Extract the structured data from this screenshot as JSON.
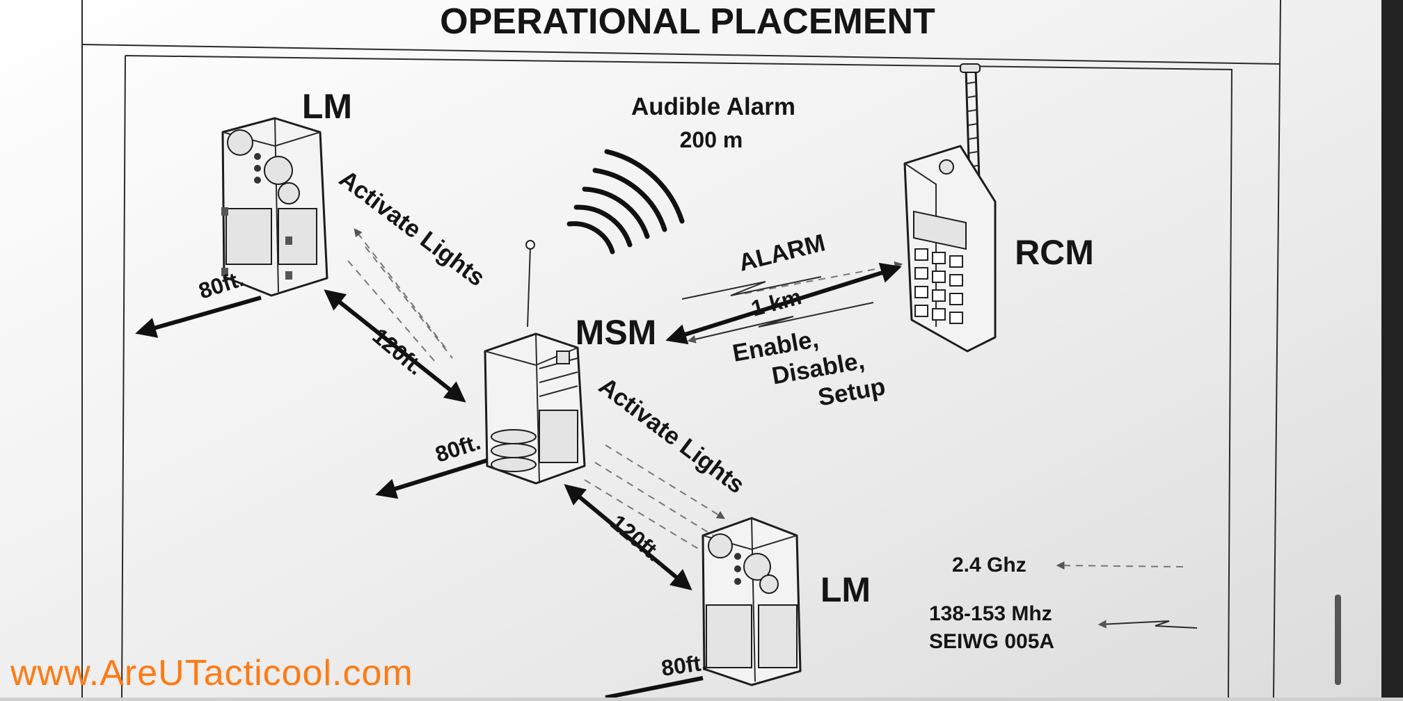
{
  "title": "OPERATIONAL PLACEMENT",
  "labels": {
    "lm_top": "LM",
    "lm_bottom": "LM",
    "msm": "MSM",
    "rcm": "RCM",
    "audible_alarm": "Audible Alarm",
    "audible_range": "200 m",
    "activate_lights_top": "Activate Lights",
    "activate_lights_bottom": "Activate Lights",
    "alarm": "ALARM",
    "link_range": "1 km",
    "enable": "Enable,",
    "disable": "Disable,",
    "setup": "Setup",
    "dist_80_top": "80ft.",
    "dist_120_top": "120ft.",
    "dist_80_mid": "80ft.",
    "dist_120_bottom": "120ft.",
    "dist_80_bottom": "80ft."
  },
  "legend": {
    "freq_1": "2.4 Ghz",
    "freq_2": "138-153 Mhz",
    "standard": "SEIWG 005A"
  },
  "watermark": "www.AreUTacticool.com"
}
